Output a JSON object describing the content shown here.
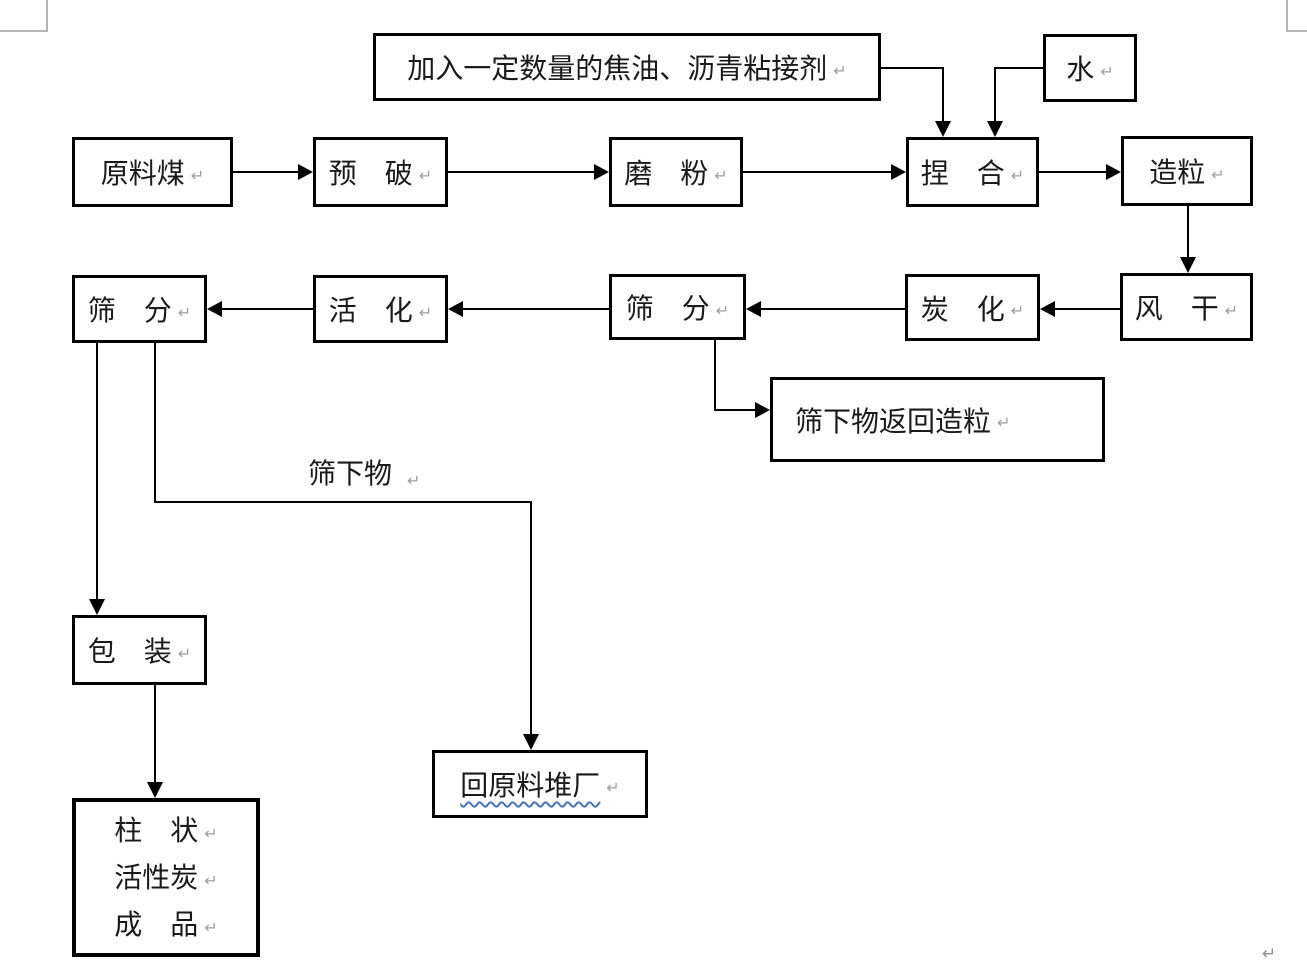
{
  "paragraph_mark": "↵",
  "colors": {
    "box_border": "#000000",
    "connector": "#000000",
    "text": "#1a1a1a",
    "paragraph_mark": "#9e9e9e",
    "spellcheck_underline": "#4472c4",
    "page_boundary_mark": "#b3b3b3"
  },
  "nodes": {
    "binder_note": {
      "label": "加入一定数量的焦油、沥青粘接剂"
    },
    "water": {
      "label": "水"
    },
    "raw_coal": {
      "label": "原料煤"
    },
    "pre_crush": {
      "label": "预　破"
    },
    "milling": {
      "label": "磨　粉"
    },
    "kneading": {
      "label": "捏　合"
    },
    "granulation": {
      "label": "造粒"
    },
    "sieving_left": {
      "label": "筛　分"
    },
    "activation": {
      "label": "活　化"
    },
    "sieving_mid": {
      "label": "筛　分"
    },
    "carbonization": {
      "label": "炭　化"
    },
    "air_dry": {
      "label": "风　干"
    },
    "undersize_return": {
      "label": "筛下物返回造粒"
    },
    "packaging": {
      "label": "包　装"
    },
    "product": {
      "lines": [
        "柱　状",
        "活性炭",
        "成　品"
      ]
    },
    "return_yard": {
      "label": "回原料堆厂"
    }
  },
  "edge_labels": {
    "undersize": "筛下物"
  }
}
